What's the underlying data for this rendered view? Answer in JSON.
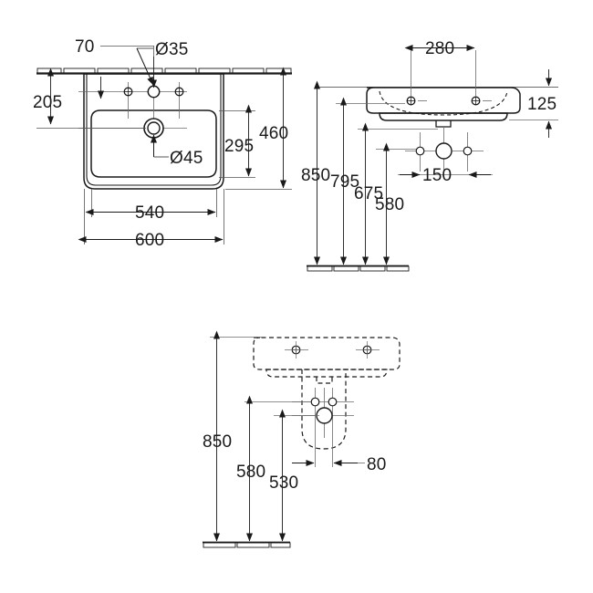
{
  "document": {
    "kind": "technical-drawing",
    "subject": "wash basin dimensional drawing",
    "units_note": "mm",
    "line_color": "#1a1a1a",
    "background_color": "#ffffff",
    "dim_color": "#555555"
  },
  "views": {
    "plan": {
      "name": "top-plan-view",
      "dimensions": {
        "tap_hole_offset_from_wall": "70",
        "wall_to_waste": "205",
        "basin_depth_inner": "295",
        "basin_depth_overall": "460",
        "bowl_width": "540",
        "overall_width": "600",
        "tap_hole_dia": "Ø35",
        "waste_hole_dia": "Ø45"
      }
    },
    "front": {
      "name": "front-elevation-view",
      "dimensions": {
        "tap_hole_spacing": "280",
        "basin_height": "125",
        "finished_floor_to_rim": "850",
        "floor_to_tap_inlet": "795",
        "floor_to_supply": "675",
        "floor_to_waste": "580",
        "supply_spacing": "150"
      }
    },
    "side": {
      "name": "side-section-view",
      "dimensions": {
        "floor_to_rim": "850",
        "floor_to_supply": "580",
        "floor_to_waste": "530",
        "waste_offset_from_wall": "80"
      }
    }
  },
  "labels": {
    "plan": [
      "70",
      "Ø35",
      "205",
      "Ø45",
      "295",
      "460",
      "540",
      "600"
    ],
    "front": [
      "280",
      "125",
      "850",
      "795",
      "675",
      "580",
      "150"
    ],
    "side": [
      "850",
      "580",
      "530",
      "80"
    ]
  },
  "plan_labels": {
    "d70": "70",
    "d35": "Ø35",
    "d205": "205",
    "d45": "Ø45",
    "d295": "295",
    "d460": "460",
    "d540": "540",
    "d600": "600"
  },
  "front_labels": {
    "d280": "280",
    "d125": "125",
    "d850": "850",
    "d795": "795",
    "d675": "675",
    "d580": "580",
    "d150": "150"
  },
  "side_labels": {
    "d850": "850",
    "d580": "580",
    "d530": "530",
    "d80": "80"
  }
}
